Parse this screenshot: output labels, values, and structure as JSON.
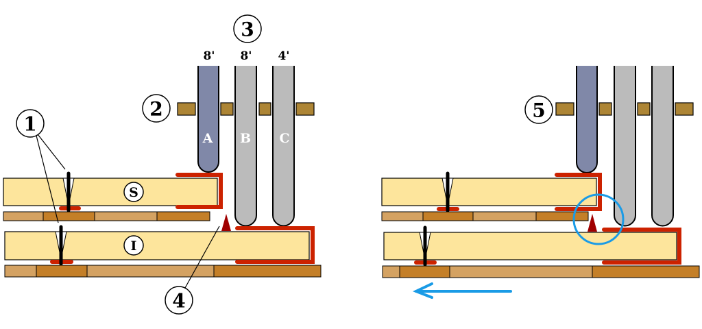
{
  "markers": {
    "m1": "1",
    "m2": "2",
    "m3": "3",
    "m4": "4",
    "m5": "5"
  },
  "pipes": [
    {
      "name": "A",
      "footage": "8'",
      "color": "#8088a8"
    },
    {
      "name": "B",
      "footage": "8'",
      "color": "#bbbbbb"
    },
    {
      "name": "C",
      "footage": "4'",
      "color": "#bbbbbb"
    }
  ],
  "sliders": {
    "upper": "S",
    "lower": "I"
  },
  "colors": {
    "slider": "#fde59c",
    "board_light": "#d4a262",
    "board_dark": "#c47f28",
    "rack": "#ad8535",
    "leather": "#cc2200",
    "wedge": "#a00000",
    "highlight": "#1a9be6"
  },
  "arrow_direction": "left"
}
